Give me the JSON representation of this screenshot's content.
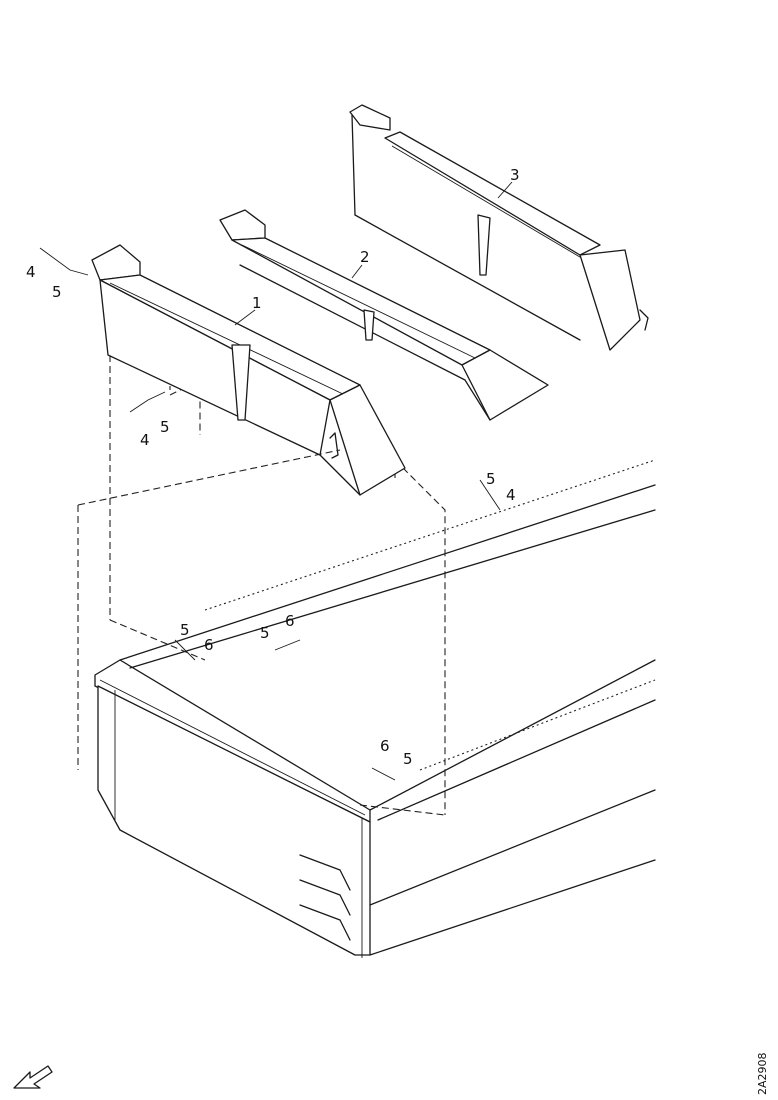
{
  "callouts": {
    "part_1": "1",
    "part_2": "2",
    "part_3": "3",
    "l_4a": "4",
    "l_5a": "5",
    "l_4b": "4",
    "l_5b": "5",
    "l_5c": "5",
    "l_4c": "4",
    "l_5d": "5",
    "l_6d": "6",
    "l_5e": "5",
    "l_6e": "6",
    "l_6f": "6",
    "l_5f": "5"
  },
  "drawing_number": "2A2908"
}
